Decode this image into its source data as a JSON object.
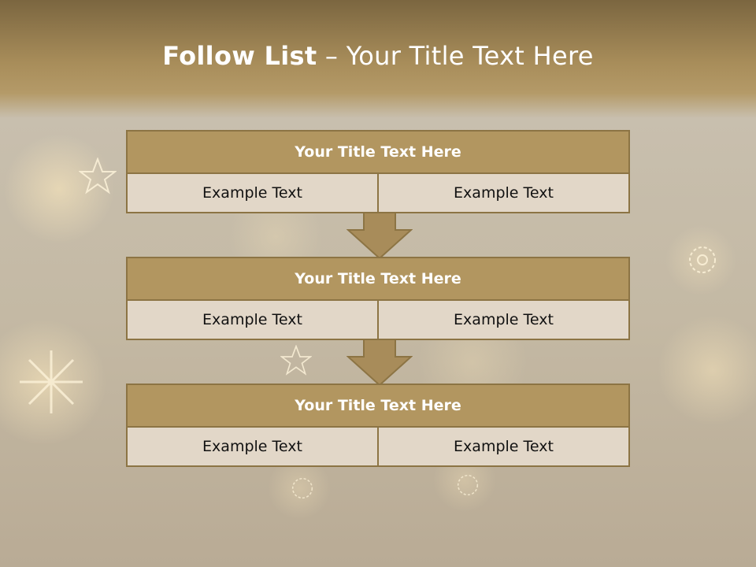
{
  "slide": {
    "title_bold": "Follow List",
    "title_rest": " – Your Title Text Here"
  },
  "steps": [
    {
      "title": "Your Title Text Here",
      "left": "Example Text",
      "right": "Example Text"
    },
    {
      "title": "Your Title Text Here",
      "left": "Example Text",
      "right": "Example Text"
    },
    {
      "title": "Your Title Text Here",
      "left": "Example Text",
      "right": "Example Text"
    }
  ],
  "colors": {
    "header_fill": "#b29660",
    "border": "#8c7444",
    "cell_fill": "#e2d7c8",
    "arrow_fill": "#a88c5a"
  }
}
